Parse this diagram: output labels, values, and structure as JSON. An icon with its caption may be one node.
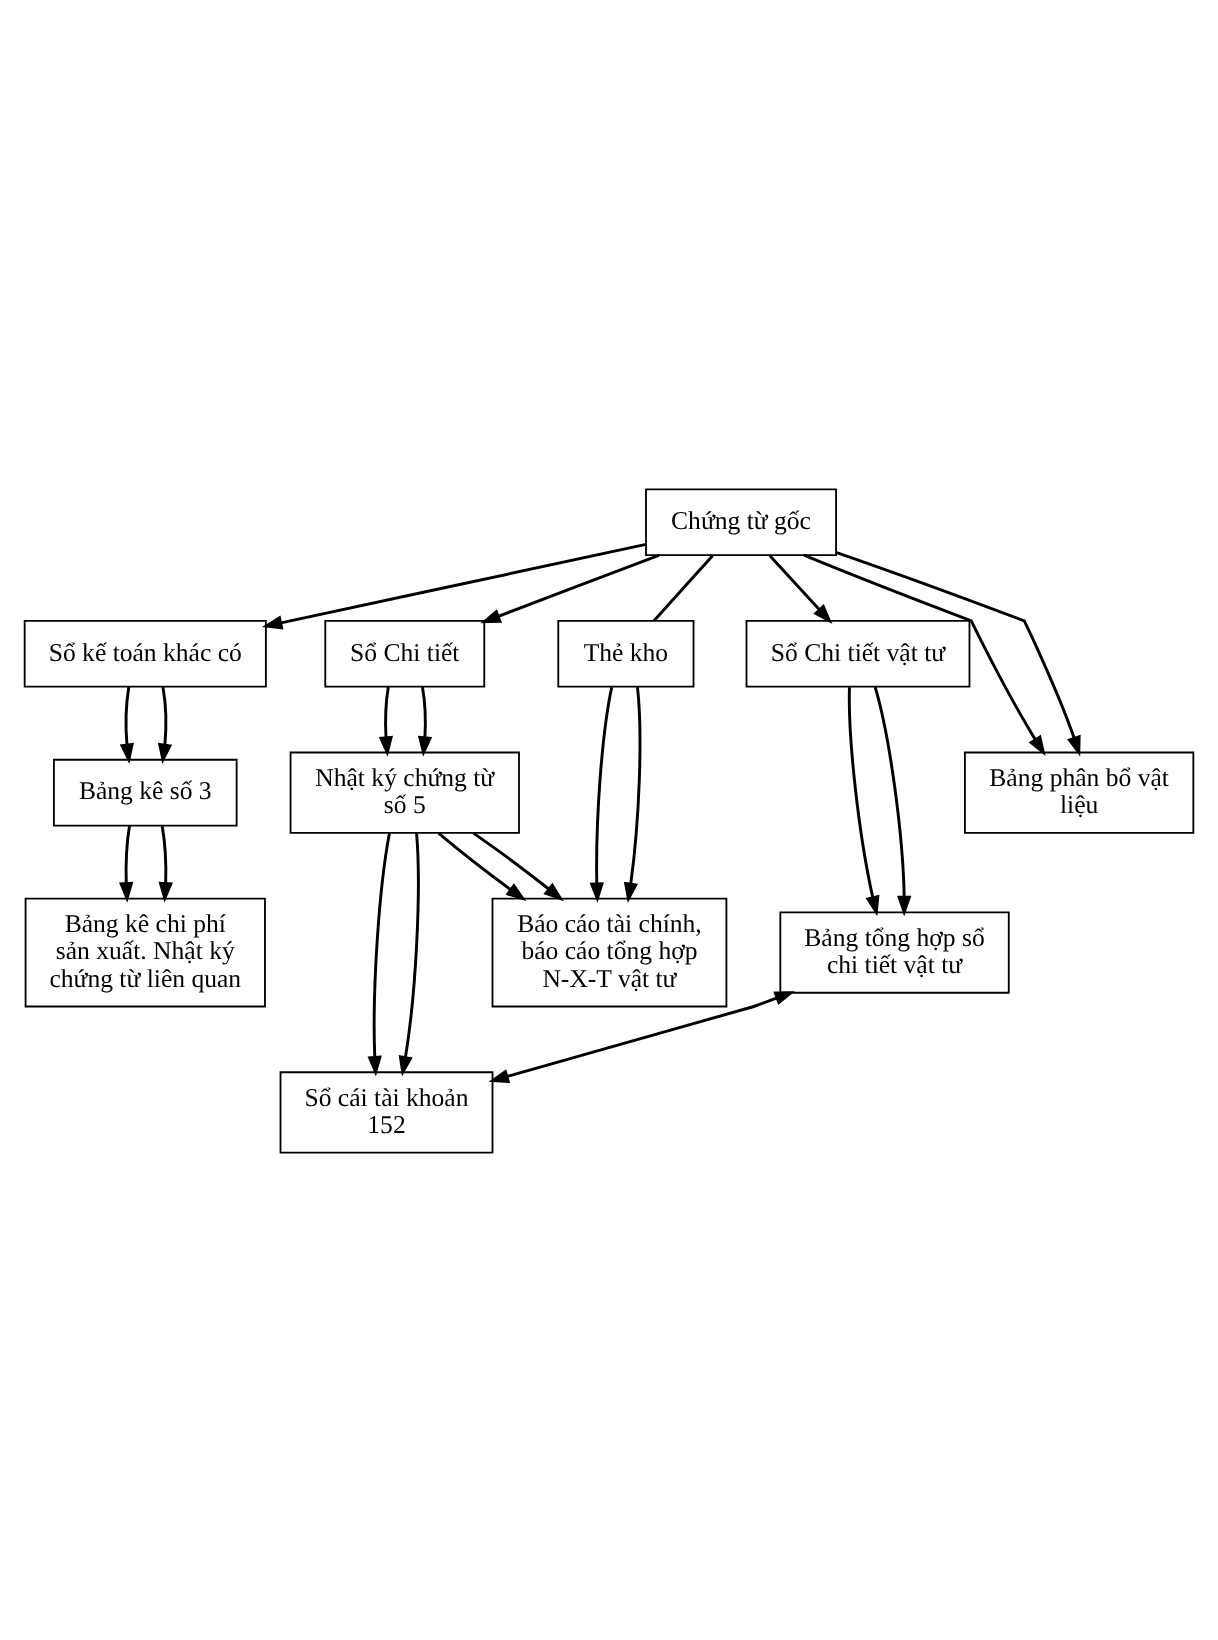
{
  "diagram": {
    "nodes": [
      {
        "text": [
          "Chứng từ gốc"
        ]
      },
      {
        "text": [
          "Sổ Chi tiết"
        ]
      },
      {
        "text": [
          "Sổ kế toán khác có"
        ]
      },
      {
        "text": [
          "Sổ Chi tiết vật tư"
        ]
      },
      {
        "text": [
          "Thẻ kho"
        ]
      },
      {
        "text": [
          "Nhật ký chứng từ số 5"
        ]
      },
      {
        "text": [
          "Bảng kê số 3"
        ]
      },
      {
        "text": [
          "Bảng phân bổ vật liệu"
        ]
      },
      {
        "text": [
          "Bảng kê chi phí sản xuất. Nhật ký chứng từ liên quan"
        ]
      },
      {
        "text": [
          "Bảng tổng hợp sổ chi tiết vật tư"
        ]
      },
      {
        "text": [
          "Sổ cái tài khoản 152"
        ]
      },
      {
        "text": [
          "Báo cáo tài chính, báo cáo tổng hợp N-X-T vật tư"
        ]
      }
    ],
    "edges": [
      {
        "from": 0,
        "to": 1,
        "arrow": "to"
      },
      {
        "from": 0,
        "to": 2,
        "arrow": "to"
      },
      {
        "from": 0,
        "to": 7,
        "arrow": "to"
      },
      {
        "from": 0,
        "to": 7,
        "arrow": "to"
      },
      {
        "from": 0,
        "to": 3,
        "arrow": "to"
      },
      {
        "from": 0,
        "to": 4,
        "arrow": "none"
      },
      {
        "from": 1,
        "to": 5,
        "arrow": "to"
      },
      {
        "from": 1,
        "to": 5,
        "arrow": "to"
      },
      {
        "from": 2,
        "to": 6,
        "arrow": "to"
      },
      {
        "from": 2,
        "to": 6,
        "arrow": "to"
      },
      {
        "from": 6,
        "to": 8,
        "arrow": "to"
      },
      {
        "from": 6,
        "to": 8,
        "arrow": "to"
      },
      {
        "from": 3,
        "to": 9,
        "arrow": "to"
      },
      {
        "from": 3,
        "to": 9,
        "arrow": "to"
      },
      {
        "from": 5,
        "to": 10,
        "arrow": "to"
      },
      {
        "from": 5,
        "to": 10,
        "arrow": "to"
      },
      {
        "from": 5,
        "to": 11,
        "arrow": "to"
      },
      {
        "from": 5,
        "to": 11,
        "arrow": "to"
      },
      {
        "from": 4,
        "to": 11,
        "arrow": "to"
      },
      {
        "from": 4,
        "to": 11,
        "arrow": "to"
      },
      {
        "from": 9,
        "to": 10,
        "arrow": "both"
      }
    ]
  }
}
